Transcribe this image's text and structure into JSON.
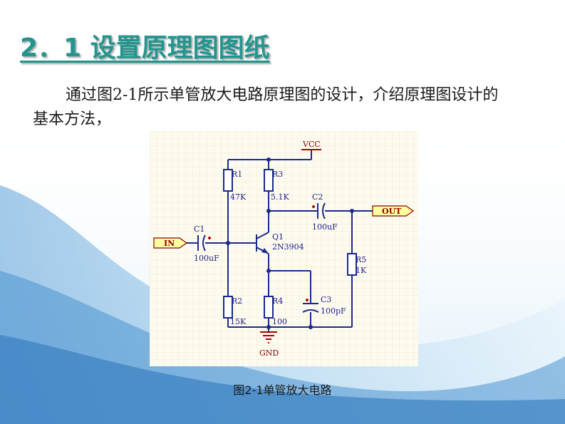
{
  "slide": {
    "title": "2．1 设置原理图图纸",
    "paragraph": "通过图2-1所示单管放大电路原理图的设计，介绍原理图设计的基本方法，",
    "caption": "图2-1单管放大电路"
  },
  "circuit": {
    "power": "VCC",
    "ground": "GND",
    "input_port": "IN",
    "output_port": "OUT",
    "components": {
      "R1": {
        "ref": "R1",
        "value": "47K"
      },
      "R2": {
        "ref": "R2",
        "value": "15K"
      },
      "R3": {
        "ref": "R3",
        "value": "5.1K"
      },
      "R4": {
        "ref": "R4",
        "value": "100"
      },
      "R5": {
        "ref": "R5",
        "value": "1K"
      },
      "C1": {
        "ref": "C1",
        "value": "100uF"
      },
      "C2": {
        "ref": "C2",
        "value": "100uF"
      },
      "C3": {
        "ref": "C3",
        "value": "100pF"
      },
      "Q1": {
        "ref": "Q1",
        "value": "2N3904"
      }
    }
  },
  "colors": {
    "title": "#23958f",
    "wire": "#1a2a8c",
    "port_fill": "#ffffa0",
    "grid_background": "#fdfbf0"
  }
}
